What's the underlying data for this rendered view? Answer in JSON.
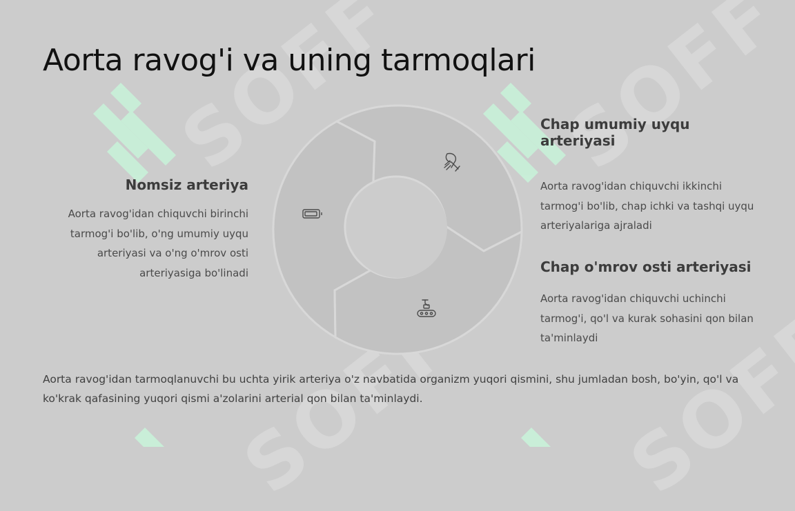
{
  "title": "Aorta ravog'i va uning tarmoqlari",
  "left_item": {
    "heading": "Nomsiz arteriya",
    "text": "Aorta ravog'idan chiquvchi birinchi tarmog'i bo'lib, o'ng umumiy uyqu arteriyasi va o'ng o'mrov osti arteriyasiga bo'linadi"
  },
  "right_top_item": {
    "heading": "Chap umumiy uyqu arteriyasi",
    "text": "Aorta ravog'idan chiquvchi ikkinchi tarmog'i bo'lib, chap ichki va tashqi uyqu arteriyalariga ajraladi"
  },
  "right_bottom_item": {
    "heading": "Chap o'mrov osti arteriyasi",
    "text": "Aorta ravog'idan chiquvchi uchinchi tarmog'i, qo'l va kurak sohasini qon bilan ta'minlaydi"
  },
  "summary": "Aorta ravog'idan tarmoqlanuvchi bu uchta yirik arteriya o'z navbatida organizm yuqori qismini, shu jumladan bosh, bo'yin, qo'l va ko'krak qafasining yuqori qismi a'zolarini arterial qon bilan ta'minlaydi.",
  "watermark": "SOFF",
  "icons": {
    "left_segment": "battery-icon",
    "top_right_segment": "scarf-icon",
    "bottom_segment": "conveyor-robot-icon"
  },
  "colors": {
    "background": "#cccccc",
    "segment": "#c2c2c2",
    "divider": "#d8d8d8",
    "watermark_green": "#c5f0d6"
  }
}
